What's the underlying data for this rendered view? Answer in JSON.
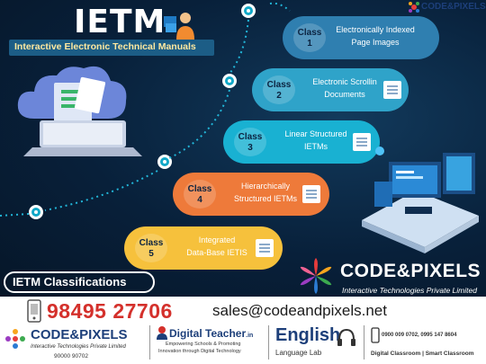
{
  "header": {
    "title": "IETM",
    "subtitle": "Interactive Electronic Technical Manuals",
    "brand_small": "CODE&PIXELS"
  },
  "classes": [
    {
      "class_label": "Class",
      "number": "1",
      "text1": "Electronically Indexed",
      "text2": "Page Images",
      "color": "#2f7fb0"
    },
    {
      "class_label": "Class",
      "number": "2",
      "text1": "Electronic Scrollin",
      "text2": "Documents",
      "color": "#2fa3c9"
    },
    {
      "class_label": "Class",
      "number": "3",
      "text1": "Linear Structured",
      "text2": "IETMs",
      "color": "#19b1d2"
    },
    {
      "class_label": "Class",
      "number": "4",
      "text1": "Hierarchically",
      "text2": "Structured IETMs",
      "color": "#ee7a3a"
    },
    {
      "class_label": "Class",
      "number": "5",
      "text1": "Integrated",
      "text2": "Data-Base IETIS",
      "color": "#f6c13c"
    }
  ],
  "classifications_label": "IETM Classifications",
  "brand": {
    "name": "CODE&PIXELS",
    "tagline": "Interactive Technologies Private Limited"
  },
  "contact": {
    "phone": "98495 27706",
    "email": "sales@codeandpixels.net"
  },
  "footer": {
    "cp_name": "CODE&PIXELS",
    "cp_tagline": "Interactive Technologies Private Limited",
    "cp_phone": "90000 90702",
    "dt_name": "Digital Teacher",
    "dt_suffix": ".in",
    "dt_line1": "Empowering Schools & Promoting",
    "dt_line2": "Innovation through Digital Technology",
    "el_name": "English",
    "el_sub": "Language Lab",
    "dc_phones": "0900 009 0702, 0995 147 8604",
    "dc_label": "Digital Classroom | Smart Classroom"
  },
  "colors": {
    "background": "#08203a",
    "accent": "#12a8c8",
    "phone": "#d4302b"
  }
}
